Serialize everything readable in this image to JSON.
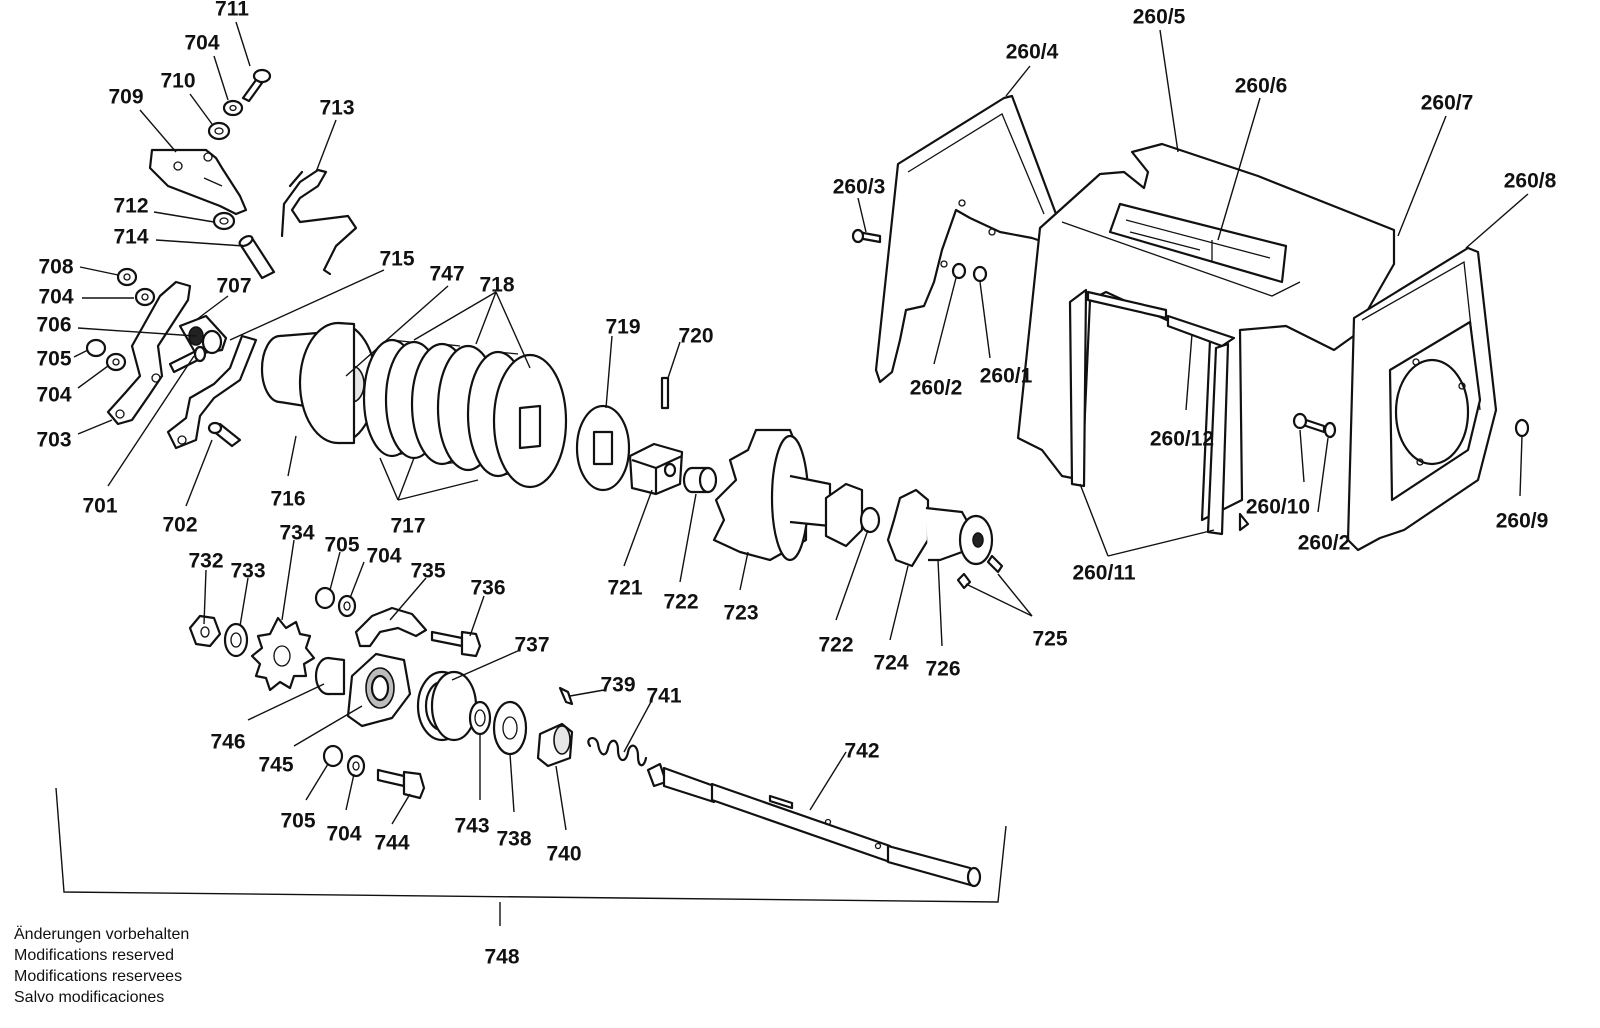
{
  "figure": {
    "type": "exploded-parts-diagram",
    "labels": [
      "711",
      "704",
      "710",
      "709",
      "713",
      "712",
      "714",
      "708",
      "704",
      "707",
      "706",
      "715",
      "747",
      "718",
      "705",
      "704",
      "703",
      "701",
      "702",
      "716",
      "717",
      "719",
      "720",
      "721",
      "722",
      "723",
      "722",
      "724",
      "726",
      "725",
      "732",
      "733",
      "734",
      "705",
      "704",
      "735",
      "736",
      "737",
      "746",
      "745",
      "739",
      "741",
      "742",
      "705",
      "704",
      "744",
      "743",
      "738",
      "740",
      "748",
      "260/5",
      "260/4",
      "260/6",
      "260/7",
      "260/8",
      "260/3",
      "260/2",
      "260/1",
      "260/12",
      "260/10",
      "260/2",
      "260/9",
      "260/11"
    ]
  },
  "note": {
    "lines": [
      "Änderungen vorbehalten",
      "Modifications reserved",
      "Modifications reservees",
      "Salvo modificaciones"
    ]
  }
}
